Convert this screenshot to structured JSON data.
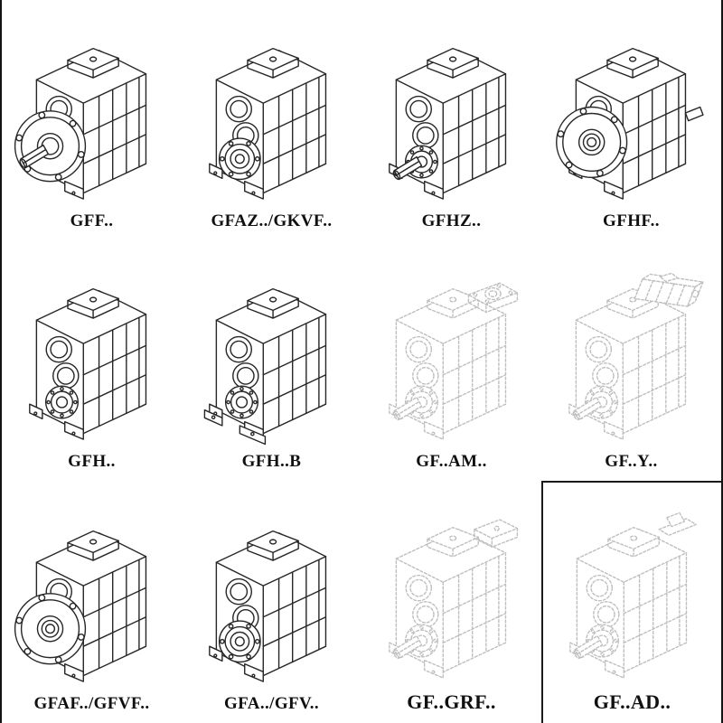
{
  "palette": {
    "ink": "#272727",
    "ghost_ink": "#bfbfbf",
    "label_color": "#101010",
    "background": "#ffffff",
    "border_color": "#141414"
  },
  "cells": [
    {
      "label": "GFF..",
      "drawing": "gearbox-flange-solid-shaft",
      "ghost": false
    },
    {
      "label": "GFAZ../GKVF..",
      "drawing": "gearbox-small-flange-hollow",
      "ghost": false
    },
    {
      "label": "GFHZ..",
      "drawing": "gearbox-hollow-shaft-shrink-disc",
      "ghost": false
    },
    {
      "label": "GFHF..",
      "drawing": "gearbox-front-flange",
      "ghost": false
    },
    {
      "label": "GFH..",
      "drawing": "gearbox-hollow-shaft",
      "ghost": false
    },
    {
      "label": "GFH..B",
      "drawing": "gearbox-hollow-shaft-base",
      "ghost": false
    },
    {
      "label": "GF..AM..",
      "drawing": "gearbox-iec-adapter",
      "ghost": true
    },
    {
      "label": "GF..Y..",
      "drawing": "gearbox-with-motor",
      "ghost": true
    },
    {
      "label": "GFAF../GFVF..",
      "drawing": "gearbox-flange-hollow-shaft",
      "ghost": false
    },
    {
      "label": "GFA../GFV..",
      "drawing": "gearbox-shaft-mounted",
      "ghost": false
    },
    {
      "label": "GF..GRF..",
      "drawing": "gearbox-cover-variant",
      "ghost": true
    },
    {
      "label": "GF..AD..",
      "drawing": "gearbox-input-shaft-adapter",
      "ghost": true
    }
  ]
}
